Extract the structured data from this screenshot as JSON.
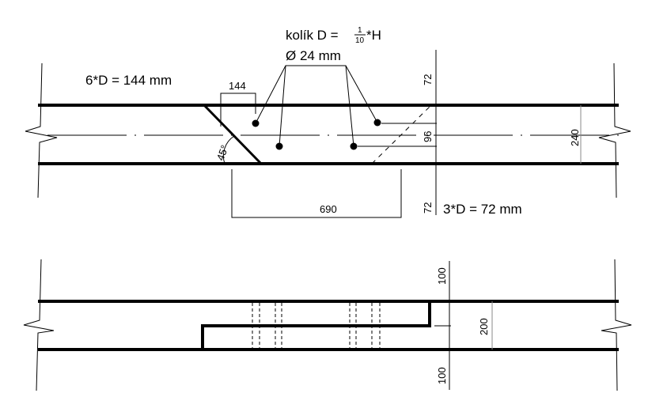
{
  "annotations": {
    "dowel_title": "kolík D = ",
    "fraction_num": "1",
    "fraction_den": "10",
    "dowel_title_suffix": "*H",
    "dowel_diameter": "Ø 24 mm",
    "end_distance": "6*D = 144 mm",
    "edge_distance": "3*D = 72 mm"
  },
  "top_view_dimensions": {
    "d144": "144",
    "d690": "690",
    "d72_top": "72",
    "d96": "96",
    "d72_bottom": "72",
    "d240": "240",
    "angle": "45°"
  },
  "side_view_dimensions": {
    "d100_top": "100",
    "d200": "200",
    "d100_bottom": "100"
  }
}
